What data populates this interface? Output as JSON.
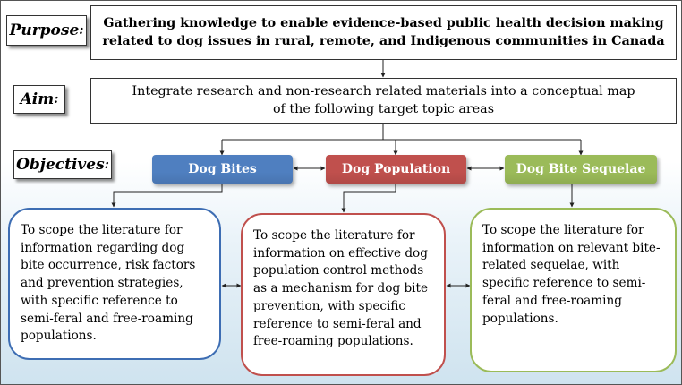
{
  "labels": {
    "purpose": "Purpose",
    "aim": "Aim",
    "objectives": "Objectives",
    "colon": ":"
  },
  "purpose_text": "Gathering knowledge to enable evidence-based public health decision making related to dog issues in rural, remote, and Indigenous communities in Canada",
  "aim_text": "Integrate research and non-research related materials into a conceptual map of the following target topic areas",
  "topics": [
    {
      "label": "Dog Bites",
      "color": "#4f7fc0"
    },
    {
      "label": "Dog Population",
      "color": "#c0504d"
    },
    {
      "label": "Dog Bite Sequelae",
      "color": "#9bbb59"
    }
  ],
  "objectives": [
    {
      "text": "To scope the literature for information regarding dog bite occurrence, risk factors and prevention strategies, with specific reference to semi-feral and free-roaming populations.",
      "border_color": "#3d6db3"
    },
    {
      "text": "To scope the literature for information on effective dog population control methods as a mechanism for dog bite prevention, with specific reference to semi-feral and free-roaming populations.",
      "border_color": "#c0504d"
    },
    {
      "text": "To scope the literature for information on relevant bite-related sequelae, with specific reference to semi-feral and free-roaming populations.",
      "border_color": "#9bbb59"
    }
  ]
}
